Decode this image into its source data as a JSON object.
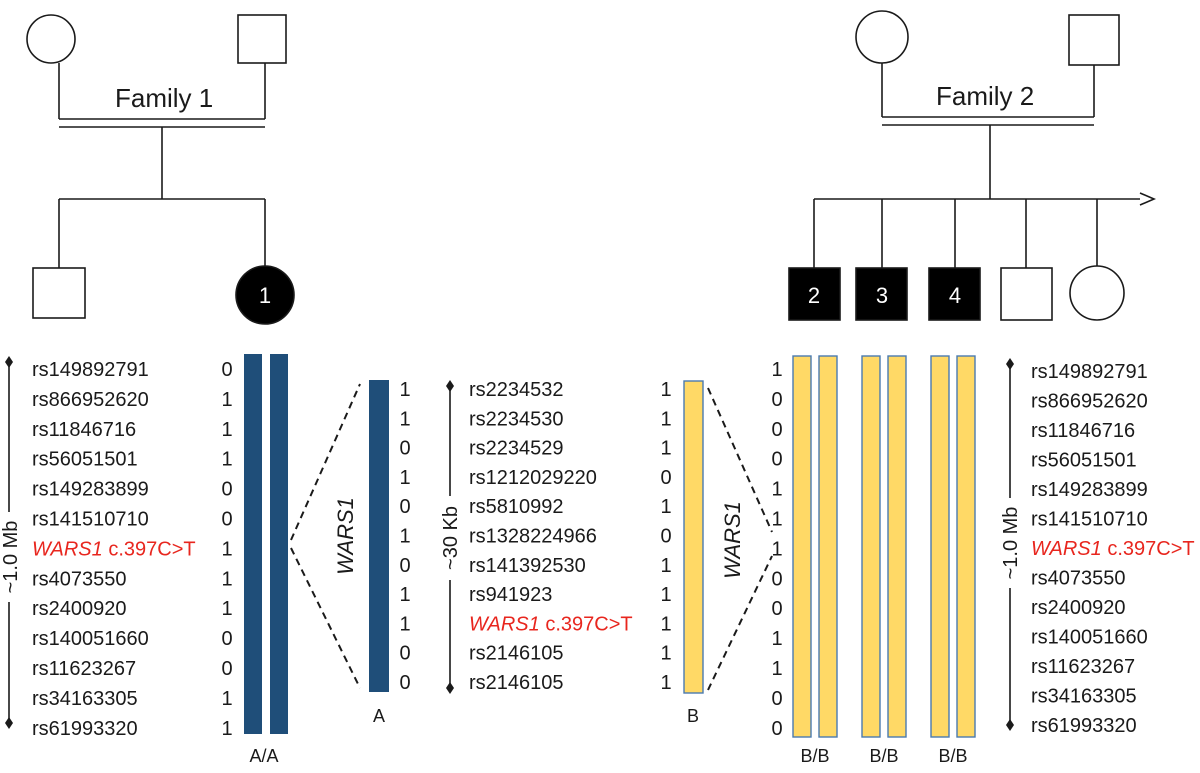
{
  "colors": {
    "line": "#1a1a1a",
    "haplotype_a": "#1f4e79",
    "haplotype_b": "#ffd966",
    "haplotype_b_border": "#4a7ab0",
    "highlight": "#e8261e"
  },
  "family1": {
    "title": "Family 1",
    "proband_label": "1",
    "span_label": "~1.0 Mb",
    "gene_label": "WARS1",
    "genotype_label": "A/A",
    "zoom_haplotype_label": "A"
  },
  "family2": {
    "title": "Family 2",
    "affected_labels": [
      "2",
      "3",
      "4"
    ],
    "span_label": "~1.0 Mb",
    "gene_label": "WARS1",
    "genotype_labels": [
      "B/B",
      "B/B",
      "B/B"
    ],
    "zoom_haplotype_label": "B"
  },
  "zoom": {
    "span_label": "~30 Kb"
  },
  "variant_label": {
    "gene": "WARS1",
    "change": " c.397C>T"
  },
  "markers_1mb": [
    "rs149892791",
    "rs866952620",
    "rs11846716",
    "rs56051501",
    "rs149283899",
    "rs141510710",
    "WARS1 c.397C>T",
    "rs4073550",
    "rs2400920",
    "rs140051660",
    "rs11623267",
    "rs34163305",
    "rs61993320"
  ],
  "markers_30kb": [
    "rs2234532",
    "rs2234530",
    "rs2234529",
    "rs1212029220",
    "rs5810992",
    "rs1328224966",
    "rs141392530",
    "rs941923",
    "WARS1 c.397C>T",
    "rs2146105",
    "rs2146105"
  ],
  "alleles": {
    "family1_1mb": [
      "0",
      "1",
      "1",
      "1",
      "0",
      "0",
      "1",
      "1",
      "1",
      "0",
      "0",
      "1",
      "1"
    ],
    "family1_30kb": [
      "1",
      "1",
      "0",
      "1",
      "0",
      "1",
      "0",
      "1",
      "1",
      "0",
      "0"
    ],
    "family2_30kb": [
      "1",
      "1",
      "1",
      "0",
      "1",
      "0",
      "1",
      "1",
      "1",
      "1",
      "1"
    ],
    "family2_1mb": [
      "1",
      "0",
      "0",
      "0",
      "1",
      "1",
      "1",
      "0",
      "0",
      "1",
      "1",
      "0",
      "0"
    ]
  }
}
